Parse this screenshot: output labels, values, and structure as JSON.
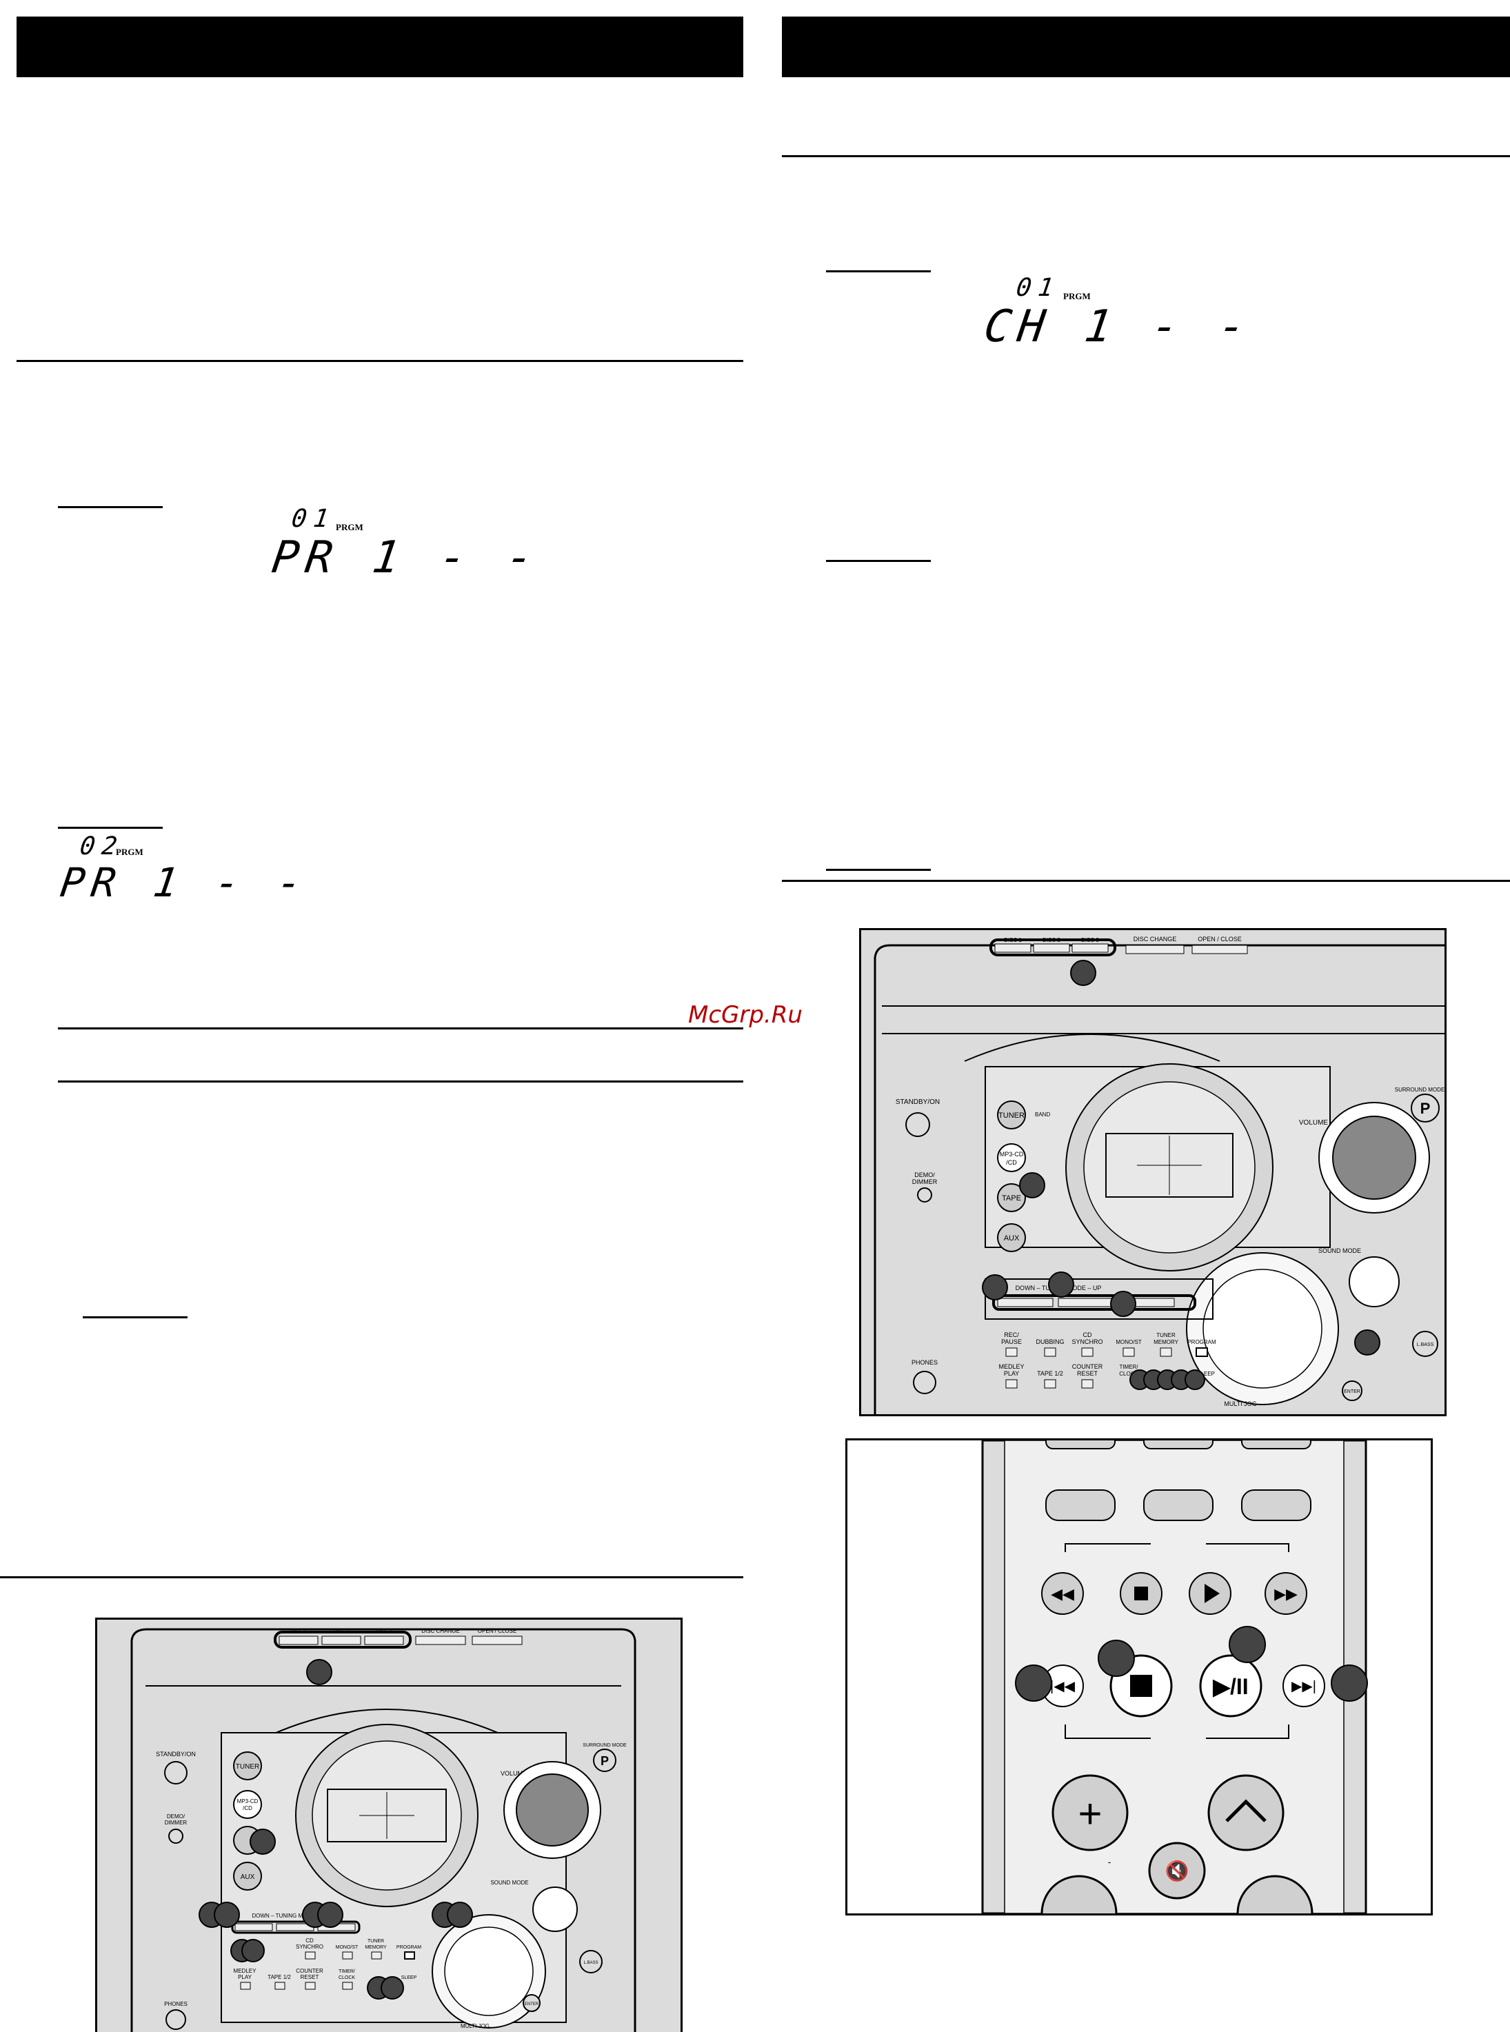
{
  "watermark": "McGrp.Ru",
  "left_column": {
    "display_1": {
      "counter": "01",
      "indicator": "PRGM",
      "text": "PR 1 - -"
    },
    "display_2": {
      "counter": "02",
      "indicator": "PRGM",
      "text": "PR 1 - -"
    }
  },
  "right_column": {
    "display_1": {
      "counter": "01",
      "indicator": "PRGM",
      "text": "CH 1 - -"
    }
  },
  "unit_labels": {
    "disc1": "DISC 1",
    "disc2": "DISC 2",
    "disc3": "DISC 3",
    "disc_change": "DISC CHANGE",
    "open_close": "OPEN / CLOSE",
    "standby": "STANDBY/ON",
    "demo": "DEMO/",
    "dimmer": "DIMMER",
    "tuner": "TUNER",
    "band": "BAND",
    "mp3cd": "MP3-CD",
    "cd": "/CD",
    "tape": "TAPE",
    "aux": "AUX",
    "volume": "VOLUME",
    "surround_mode": "SURROUND MODE",
    "sound_mode": "SOUND MODE",
    "tuning": "DOWN – TUNING MODE – UP",
    "rec1": "REC/",
    "rec2": "PAUSE",
    "dubbing": "DUBBING",
    "cdsync1": "CD",
    "cdsync2": "SYNCHRO",
    "monost": "MONO/ST",
    "tunmem1": "TUNER",
    "tunmem2": "MEMORY",
    "program": "PROGRAM",
    "medley1": "MEDLEY",
    "medley2": "PLAY",
    "tape12": "TAPE 1/2",
    "counter1": "COUNTER",
    "counter2": "RESET",
    "timer1": "TIMER/",
    "timer2": "CLOCK",
    "sleep": "SLEEP",
    "multijog": "MULTI JOG",
    "phones": "PHONES",
    "enter": "ENTER",
    "lbass": "L.BASS",
    "p_logo": "P"
  },
  "remote_labels": {
    "plus": "+",
    "minus": "-"
  }
}
